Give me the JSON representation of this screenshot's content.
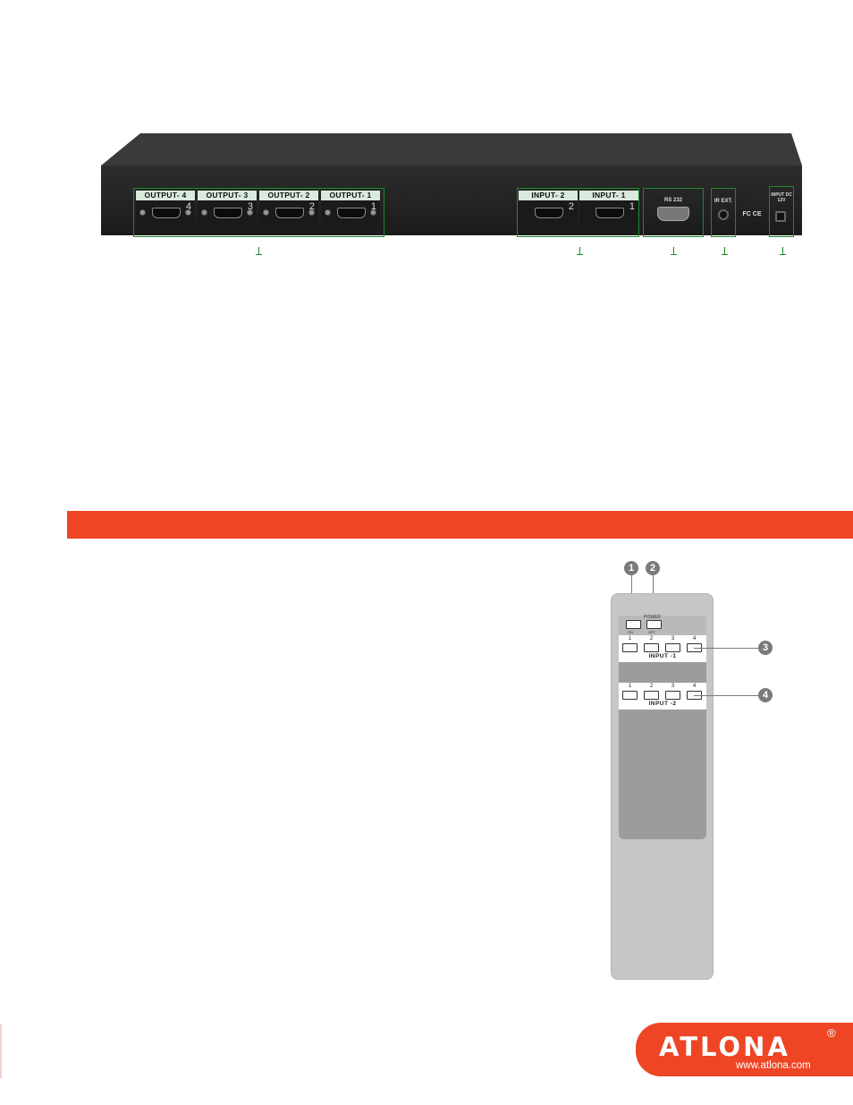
{
  "rear_panel": {
    "outputs": [
      {
        "label": "OUTPUT- 4",
        "num": "4"
      },
      {
        "label": "OUTPUT- 3",
        "num": "3"
      },
      {
        "label": "OUTPUT- 2",
        "num": "2"
      },
      {
        "label": "OUTPUT- 1",
        "num": "1"
      }
    ],
    "inputs": [
      {
        "label": "INPUT- 2",
        "num": "2"
      },
      {
        "label": "INPUT- 1",
        "num": "1"
      }
    ],
    "rs232_label": "RS 232",
    "ir_label": "IR EXT.",
    "power_label": "INPUT DC 12V"
  },
  "remote": {
    "power_label": "POWER",
    "on_label": "ON",
    "off_label": "OFF",
    "input1_title": "INPUT -1",
    "input2_title": "INPUT -2",
    "button_numbers": [
      "1",
      "2",
      "3",
      "4"
    ],
    "callouts": [
      "1",
      "2",
      "3",
      "4"
    ]
  },
  "logo": {
    "word": "ATLONA",
    "reg": "®",
    "url": "www.atlona.com"
  },
  "colors": {
    "accent": "#ee4524",
    "outline_green": "#1b8a2a"
  }
}
